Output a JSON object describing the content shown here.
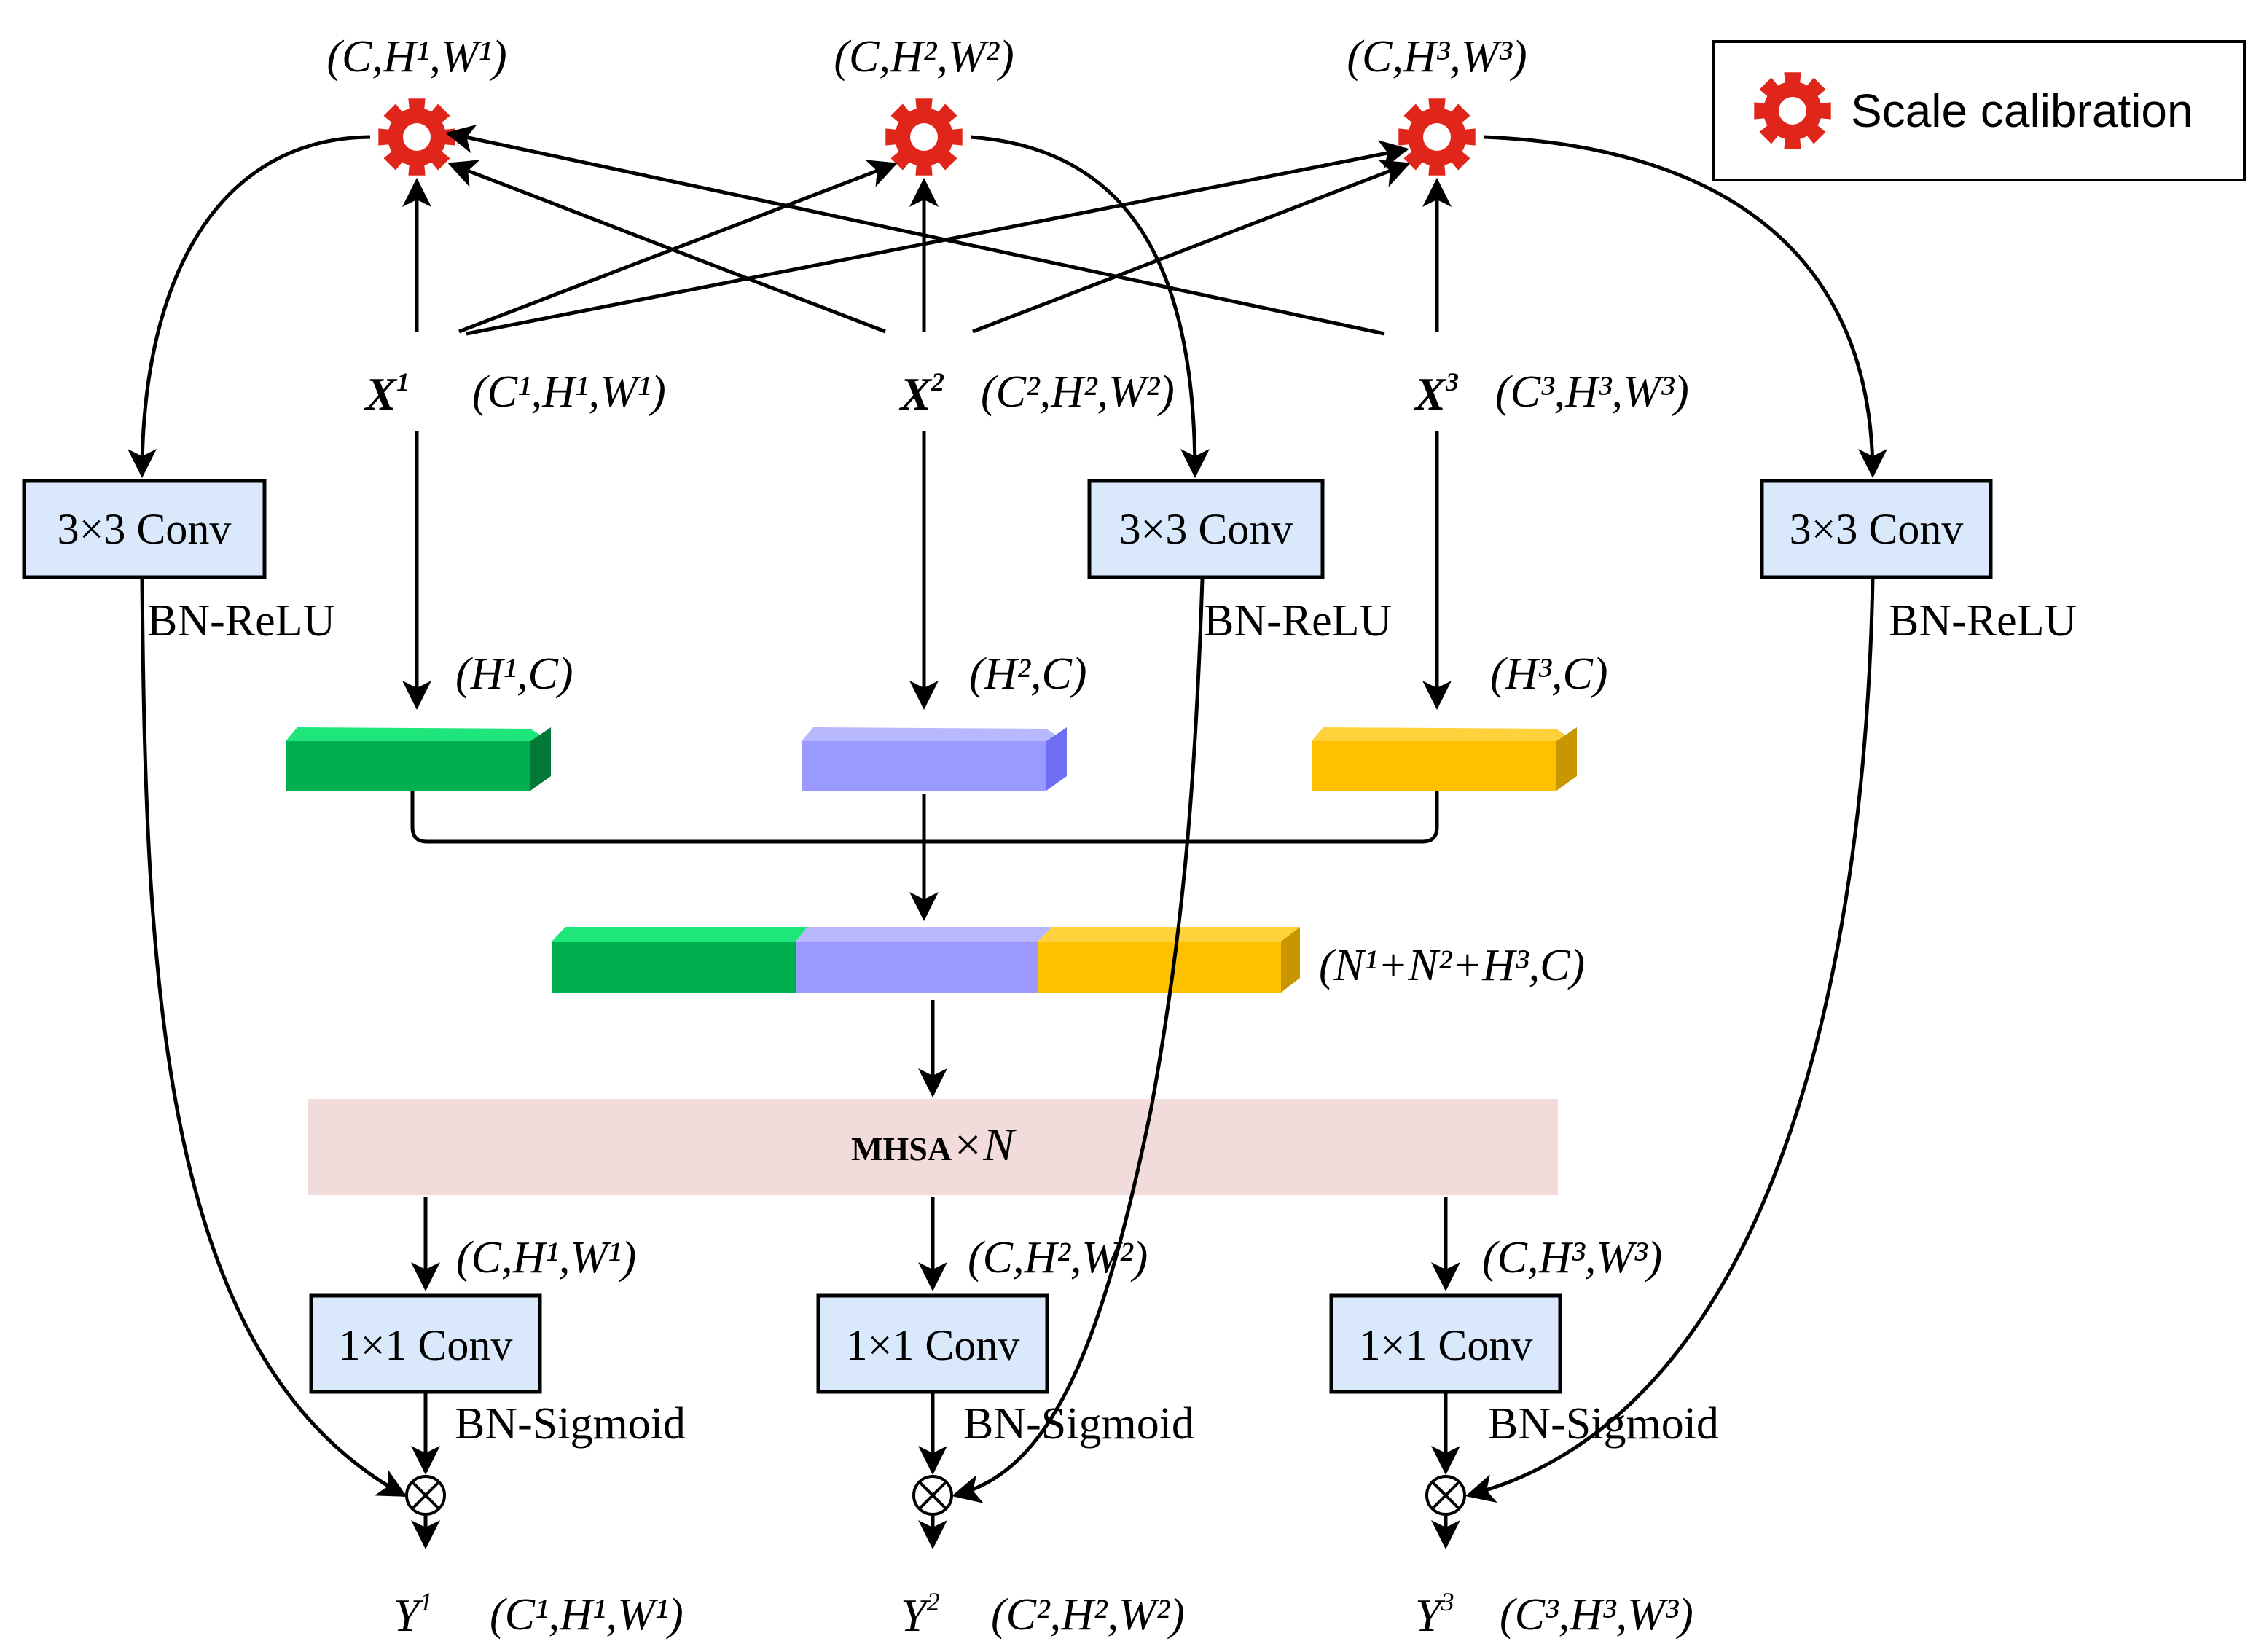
{
  "legend": {
    "label": "Scale calibration",
    "icon": "gear-icon",
    "icon_color": "#e0261a"
  },
  "colors": {
    "green": "#00b04f",
    "green_top": "#1ee67a",
    "green_side": "#007a36",
    "purple": "#9999ff",
    "purple_top": "#b8b8ff",
    "purple_side": "#6e6ef0",
    "yellow": "#ffc000",
    "yellow_top": "#ffd23c",
    "yellow_side": "#c89600",
    "conv_box": "#dae8fc",
    "mhsa": "#f2dcdb"
  },
  "inputs": [
    {
      "sym": "X",
      "idx": "1",
      "dims": "(C¹,H¹,W¹)"
    },
    {
      "sym": "X",
      "idx": "2",
      "dims": "(C²,H²,W²)"
    },
    {
      "sym": "X",
      "idx": "3",
      "dims": "(C³,H³,W³)"
    }
  ],
  "calib_labels": [
    "(C,H¹,W¹)",
    "(C,H²,W²)",
    "(C,H³,W³)"
  ],
  "token_labels": [
    "(H¹,C)",
    "(H²,C)",
    "(H³,C)"
  ],
  "concat_label": "(N¹+N²+H³,C)",
  "conv3": {
    "label": "3×3 Conv",
    "act": "BN-ReLU"
  },
  "conv1": {
    "label": "1×1 Conv",
    "act": "BN-Sigmoid"
  },
  "mhsa": {
    "bold": "MHSA",
    "suffix": "×N"
  },
  "mhsa_out_labels": [
    "(C,H¹,W¹)",
    "(C,H²,W²)",
    "(C,H³,W³)"
  ],
  "multiply_symbol": "⊗",
  "outputs": [
    {
      "sym": "Y",
      "idx": "1",
      "dims": "(C¹,H¹,W¹)"
    },
    {
      "sym": "Y",
      "idx": "2",
      "dims": "(C²,H²,W²)"
    },
    {
      "sym": "Y",
      "idx": "3",
      "dims": "(C³,H³,W³)"
    }
  ]
}
